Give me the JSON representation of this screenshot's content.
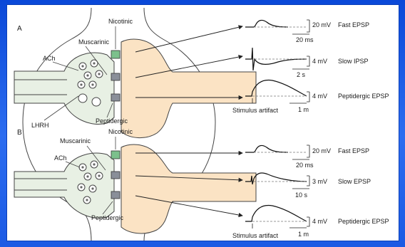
{
  "panels": [
    {
      "letter": "A",
      "labels": {
        "nicotinic": "Nicotinic",
        "muscarinic": "Muscarinic",
        "ach": "ACh",
        "lhrh": "LHRH",
        "peptidergic": "Peptidergic"
      },
      "traces": [
        {
          "scale": "20 mV",
          "time": "20 ms",
          "name": "Fast EPSP"
        },
        {
          "scale": "4 mV",
          "time": "2 s",
          "name": "Slow IPSP"
        },
        {
          "scale": "4 mV",
          "time": "1 m",
          "name": "Peptidergic EPSP"
        }
      ],
      "stimulus_label": "Stimulus artifact"
    },
    {
      "letter": "B",
      "labels": {
        "nicotinic": "Nicotinic",
        "muscarinic": "Muscarinic",
        "ach": "ACh",
        "peptidergic": "Peptidergic"
      },
      "traces": [
        {
          "scale": "20 mV",
          "time": "20 ms",
          "name": "Fast EPSP"
        },
        {
          "scale": "3 mV",
          "time": "10 s",
          "name": "Slow EPSP"
        },
        {
          "scale": "4 mV",
          "time": "1 m",
          "name": "Peptidergic EPSP"
        }
      ],
      "stimulus_label": "Stimulus artifact"
    }
  ],
  "colors": {
    "frame": "#1f63e6",
    "axon_fill": "#e8f0e4",
    "postsynaptic_fill": "#fbe3c4",
    "receptor_green": "#7cc08c",
    "receptor_gray": "#8a8f99"
  }
}
